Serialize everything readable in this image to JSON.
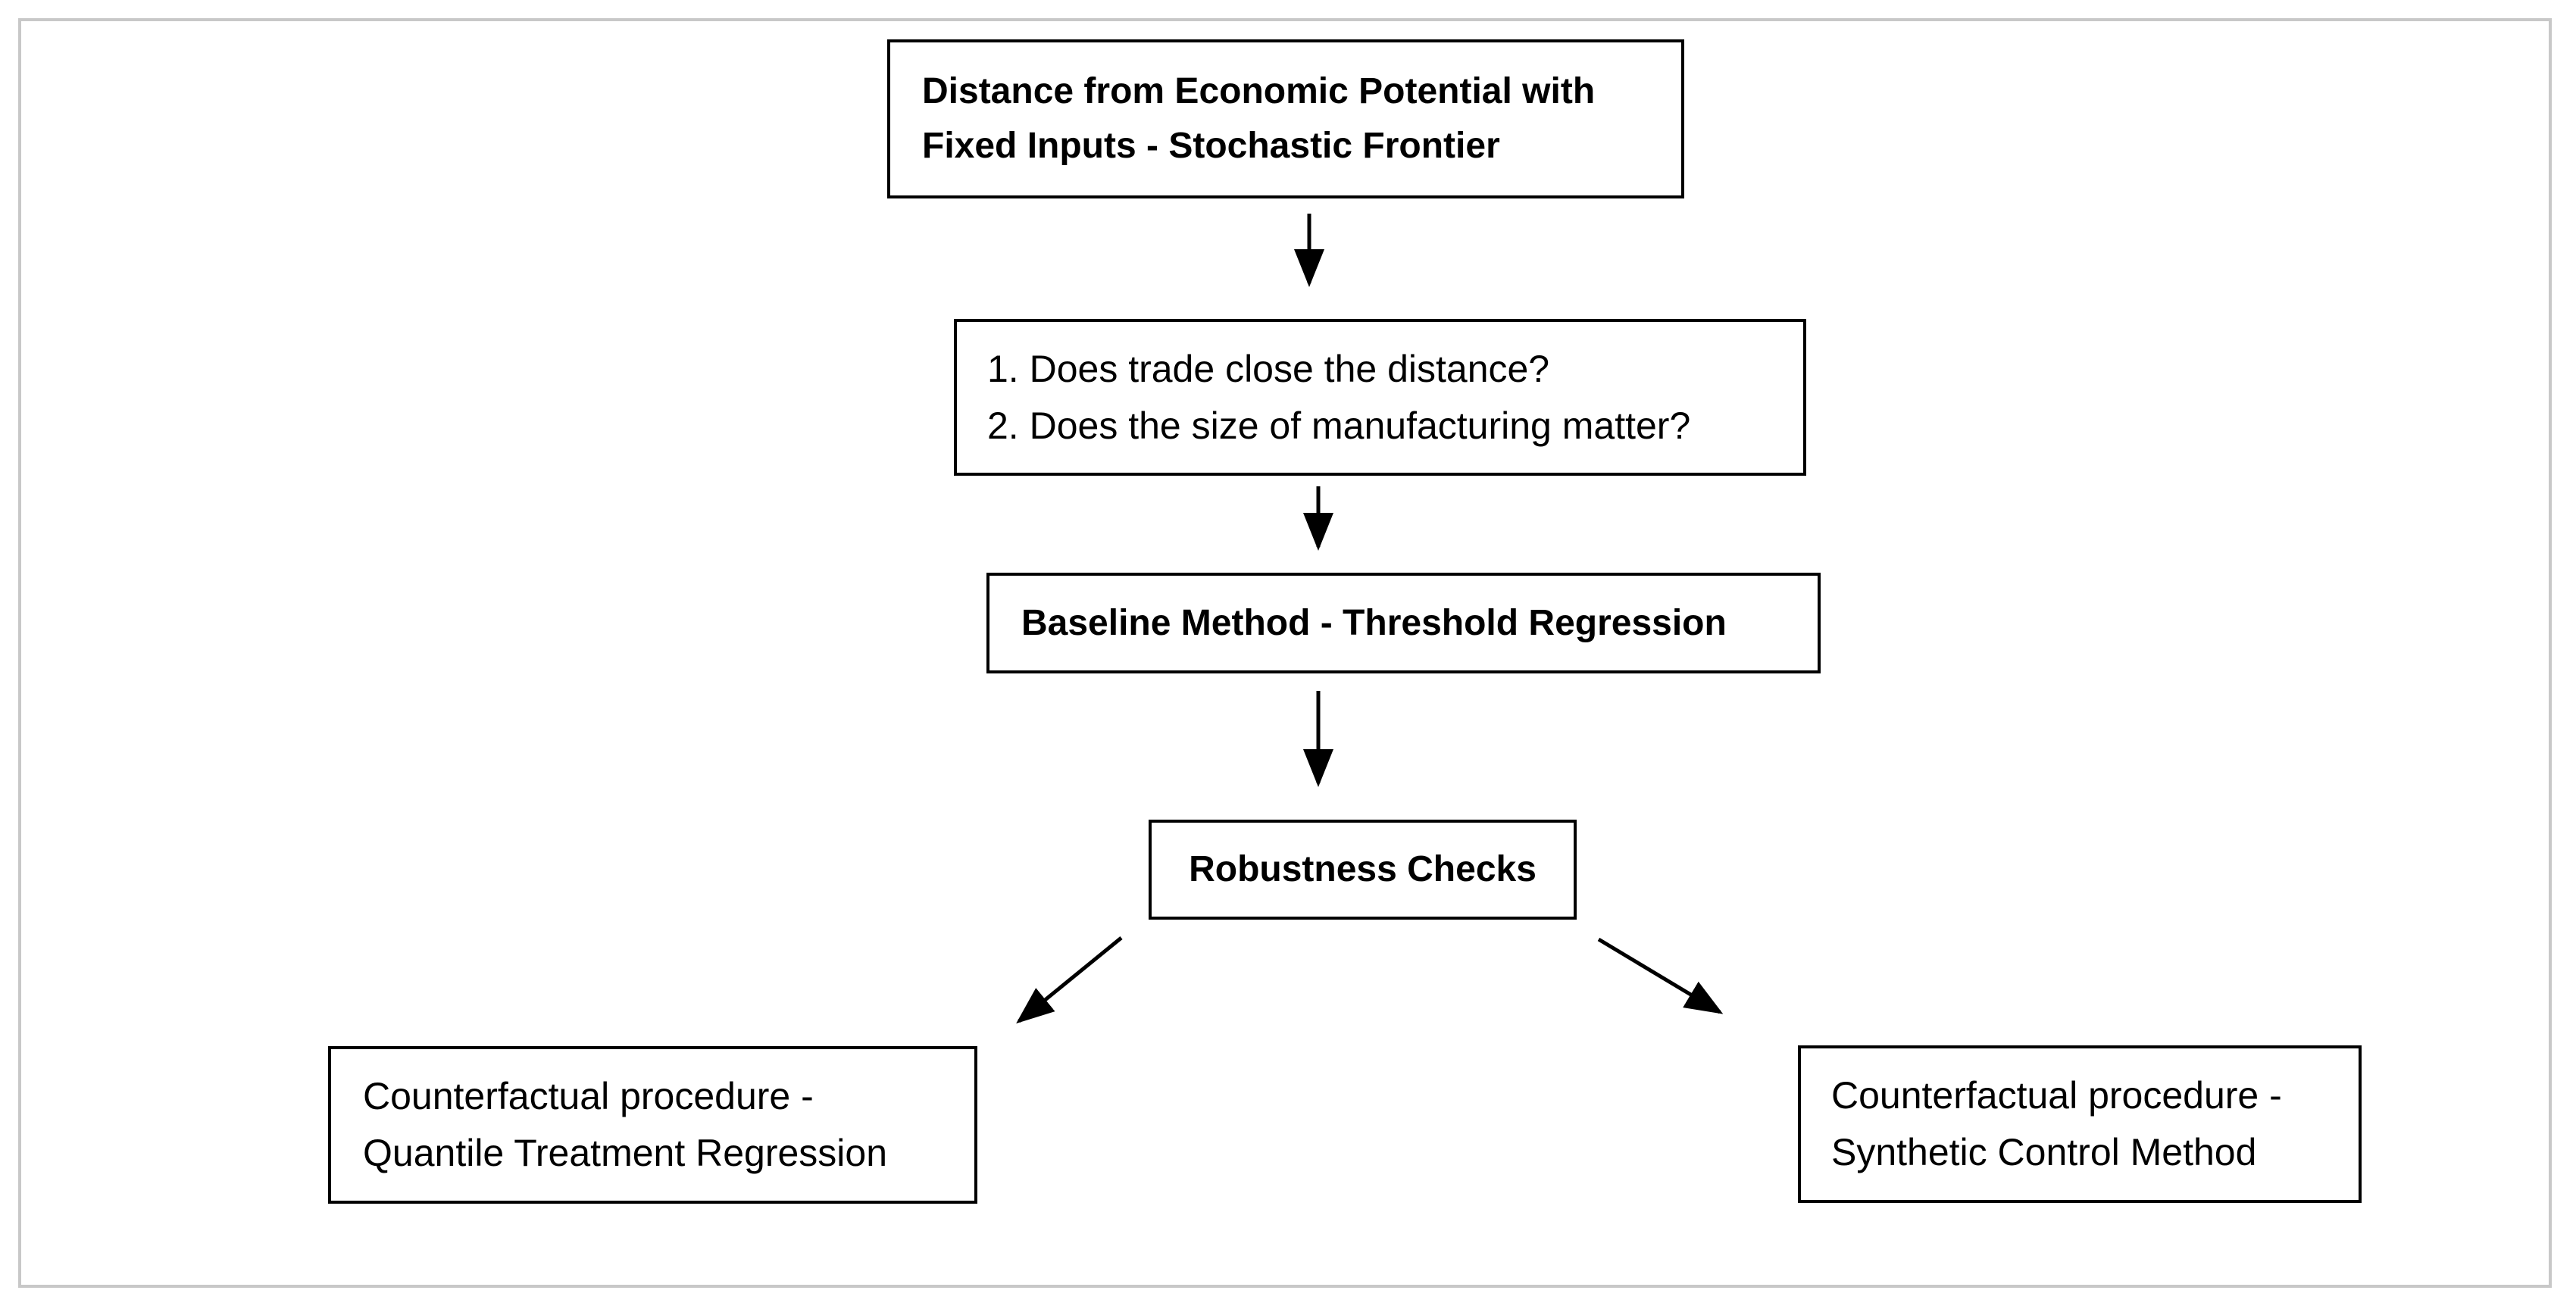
{
  "diagram": {
    "top_box": {
      "line1": "Distance from Economic Potential with",
      "line2": "Fixed Inputs - Stochastic Frontier"
    },
    "questions_box": {
      "line1": "1. Does trade close the distance?",
      "line2": "2. Does the size of manufacturing matter?"
    },
    "baseline_box": {
      "line1": "Baseline Method - Threshold Regression"
    },
    "robustness_box": {
      "line1": "Robustness Checks"
    },
    "left_box": {
      "line1": "Counterfactual procedure -",
      "line2": "Quantile Treatment Regression"
    },
    "right_box": {
      "line1": "Counterfactual procedure -",
      "line2": "Synthetic Control Method"
    }
  }
}
